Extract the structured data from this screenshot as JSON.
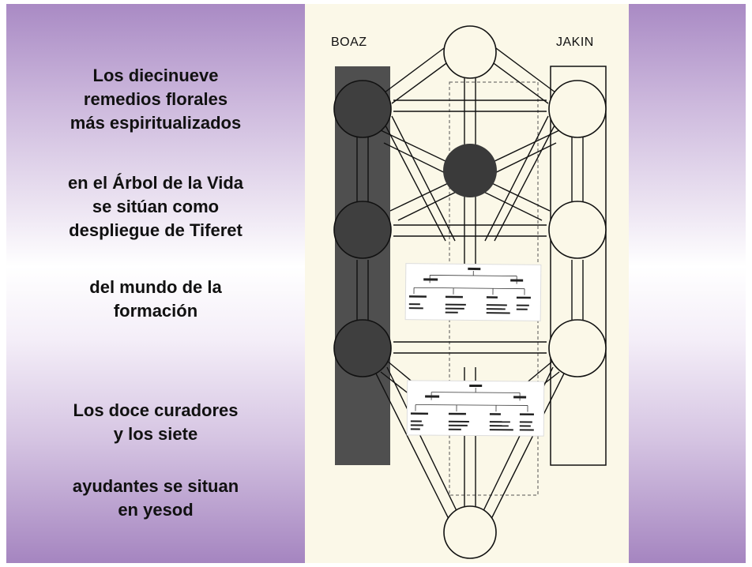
{
  "text": {
    "para1": "Los diecinueve\nremedios florales\nmás espiritualizados",
    "para2": "en el Árbol de la Vida\nse sitúan como\ndespliegue de Tiferet",
    "para3": "del mundo de la\nformación",
    "para4": "Los doce curadores\ny los siete",
    "para5": "ayudantes se situan\nen yesod"
  },
  "diagram": {
    "label_left": "BOAZ",
    "label_right": "JAKIN"
  },
  "colors": {
    "dark_pillar": "#4f4f4f",
    "dark_sephira": "#3f3f3f",
    "outline": "#111111",
    "background_purple": "#a98ac4"
  }
}
